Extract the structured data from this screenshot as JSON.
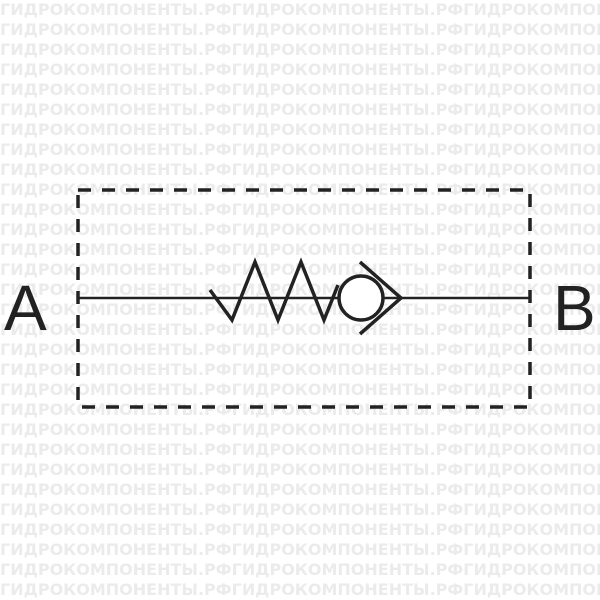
{
  "watermark": {
    "text": "ГИДРОКОМПОНЕНТЫ.РФ",
    "color": "#ebebeb"
  },
  "diagram": {
    "symbol": "check-valve-spring-loaded",
    "ports": {
      "inlet_label": "A",
      "outlet_label": "B"
    },
    "line_color": "#222222",
    "enclosure_style": "dashed"
  }
}
